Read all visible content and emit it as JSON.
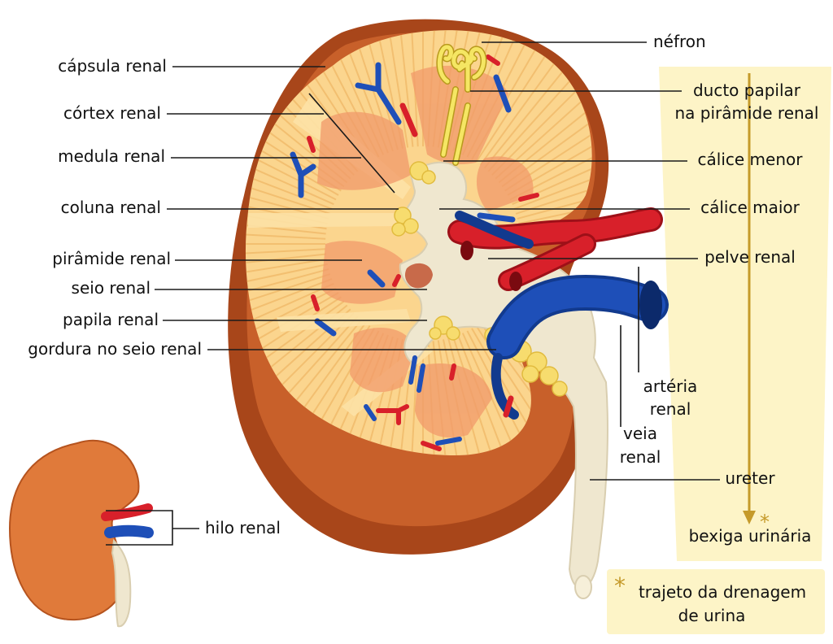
{
  "labels": {
    "nefron": "néfron",
    "capsula_renal": "cápsula renal",
    "cortex_renal": "córtex renal",
    "medula_renal": "medula renal",
    "coluna_renal": "coluna renal",
    "piramide_renal": "pirâmide renal",
    "seio_renal": "seio renal",
    "papila_renal": "papila renal",
    "gordura_seio_renal": "gordura no seio renal",
    "ducto_papilar_1": "ducto papilar",
    "ducto_papilar_2": "na pirâmide renal",
    "calice_menor": "cálice menor",
    "calice_maior": "cálice maior",
    "pelve_renal": "pelve renal",
    "arteria_renal_1": "artéria",
    "arteria_renal_2": "renal",
    "veia_renal_1": "veia",
    "veia_renal_2": "renal",
    "ureter": "ureter",
    "bexiga_urinaria": "bexiga urinária",
    "hilo_renal": "hilo renal",
    "asterisk": "*",
    "legend_line_1": "trajeto da drenagem",
    "legend_line_2": "de urina"
  },
  "colors": {
    "capsule_dark": "#8f3a10",
    "capsule": "#c4561f",
    "cortex": "#fbd58e",
    "cortex_stripe": "#f1b96a",
    "pyramid": "#f19a6a",
    "pelvis": "#efe7cf",
    "fat": "#f7dc6e",
    "artery": "#d8202a",
    "vein": "#1e4fb8",
    "nephron": "#f5e663",
    "drainage_panel": "#fdf4c7",
    "drainage_arrow": "#c59a2a"
  }
}
